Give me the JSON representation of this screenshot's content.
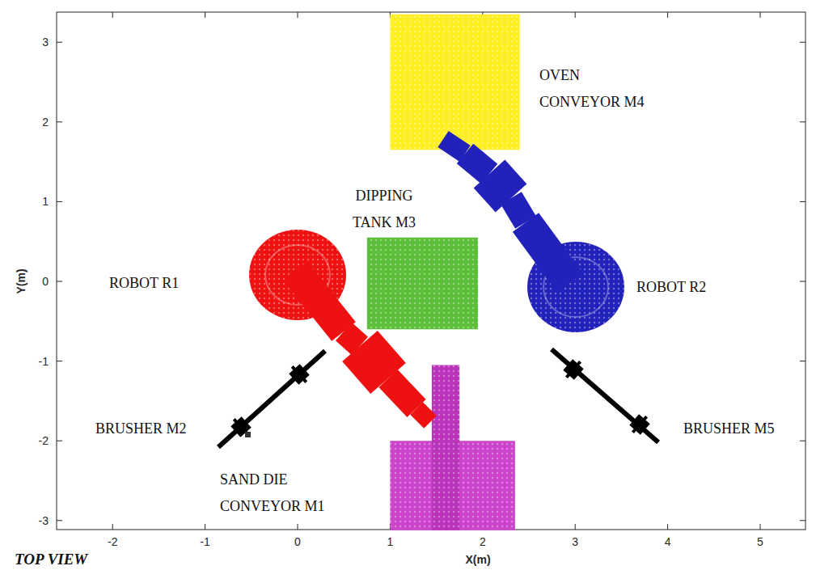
{
  "diagram": {
    "labels": [
      "OVEN CONVEYOR M4",
      "DIPPING TANK M3",
      "ROBOT R1",
      "ROBOT R2",
      "BRUSHER M2",
      "BRUSHER M5",
      "SAND DIE CONVEYOR M1",
      "TOP VIEW",
      "Y(m)",
      "X(m)",
      "3",
      "2",
      "1",
      "0",
      "-1",
      "-2",
      "-3",
      "-2",
      "-1",
      "0",
      "1",
      "2",
      "3",
      "4",
      "5"
    ]
  }
}
